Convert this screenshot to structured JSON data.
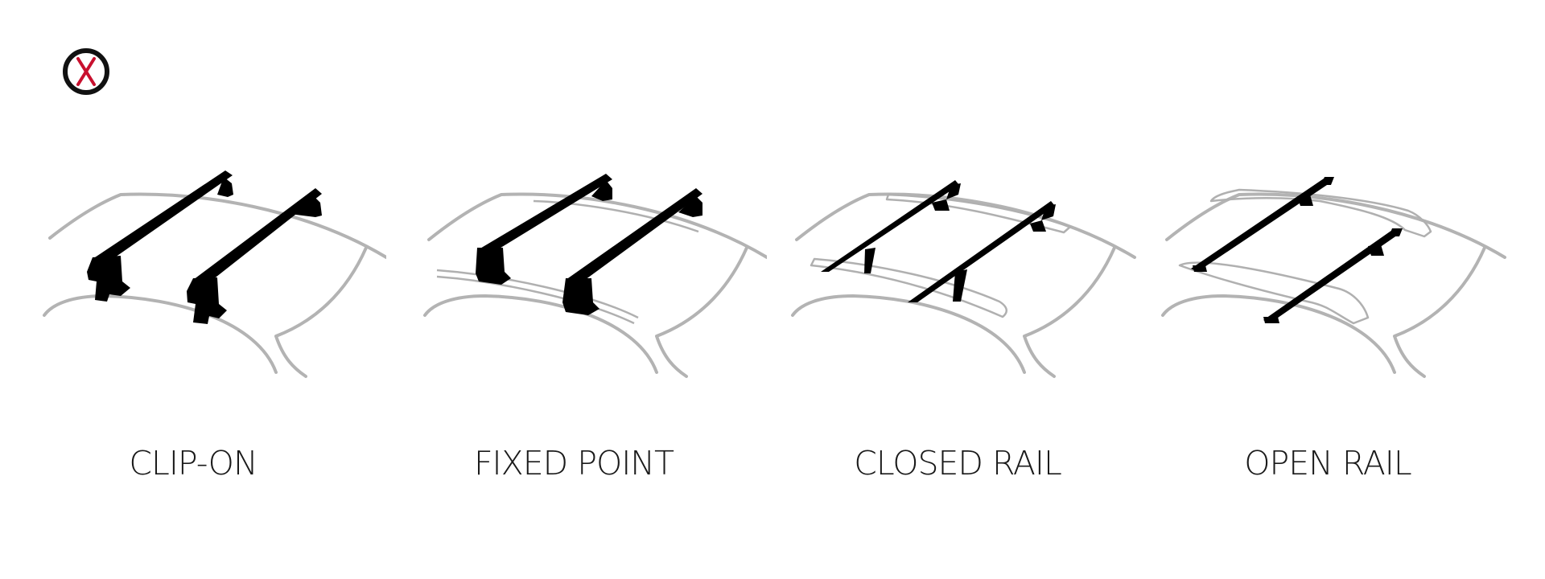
{
  "close_icon": {
    "name": "close-icon",
    "ring_color": "#111111",
    "cross_color": "#c8102e"
  },
  "rack_types": [
    {
      "id": "clip-on",
      "label": "CLIP-ON"
    },
    {
      "id": "fixed-point",
      "label": "FIXED POINT"
    },
    {
      "id": "closed-rail",
      "label": "CLOSED RAIL"
    },
    {
      "id": "open-rail",
      "label": "OPEN RAIL"
    }
  ],
  "colors": {
    "car_outline": "#b3b3b3",
    "bar": "#000000",
    "label": "#1a1a1a"
  }
}
